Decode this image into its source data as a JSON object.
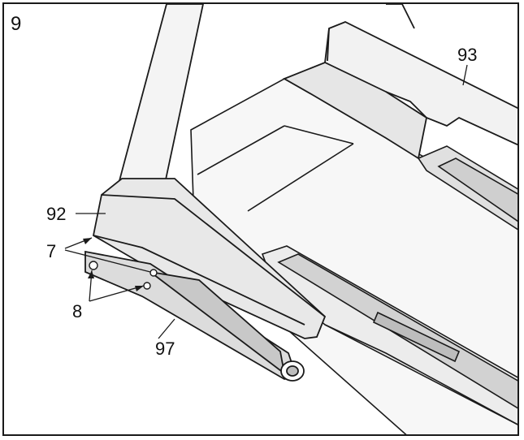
{
  "figure": {
    "step_number": "9",
    "callouts": {
      "c93": "93",
      "c92": "92",
      "c7": "7",
      "c8": "8",
      "c97": "97"
    }
  },
  "colors": {
    "line": "#1a1a1a",
    "fill_light": "#f2f2f2",
    "fill_mid": "#d9d9d9",
    "fill_dark": "#bdbdbd"
  }
}
